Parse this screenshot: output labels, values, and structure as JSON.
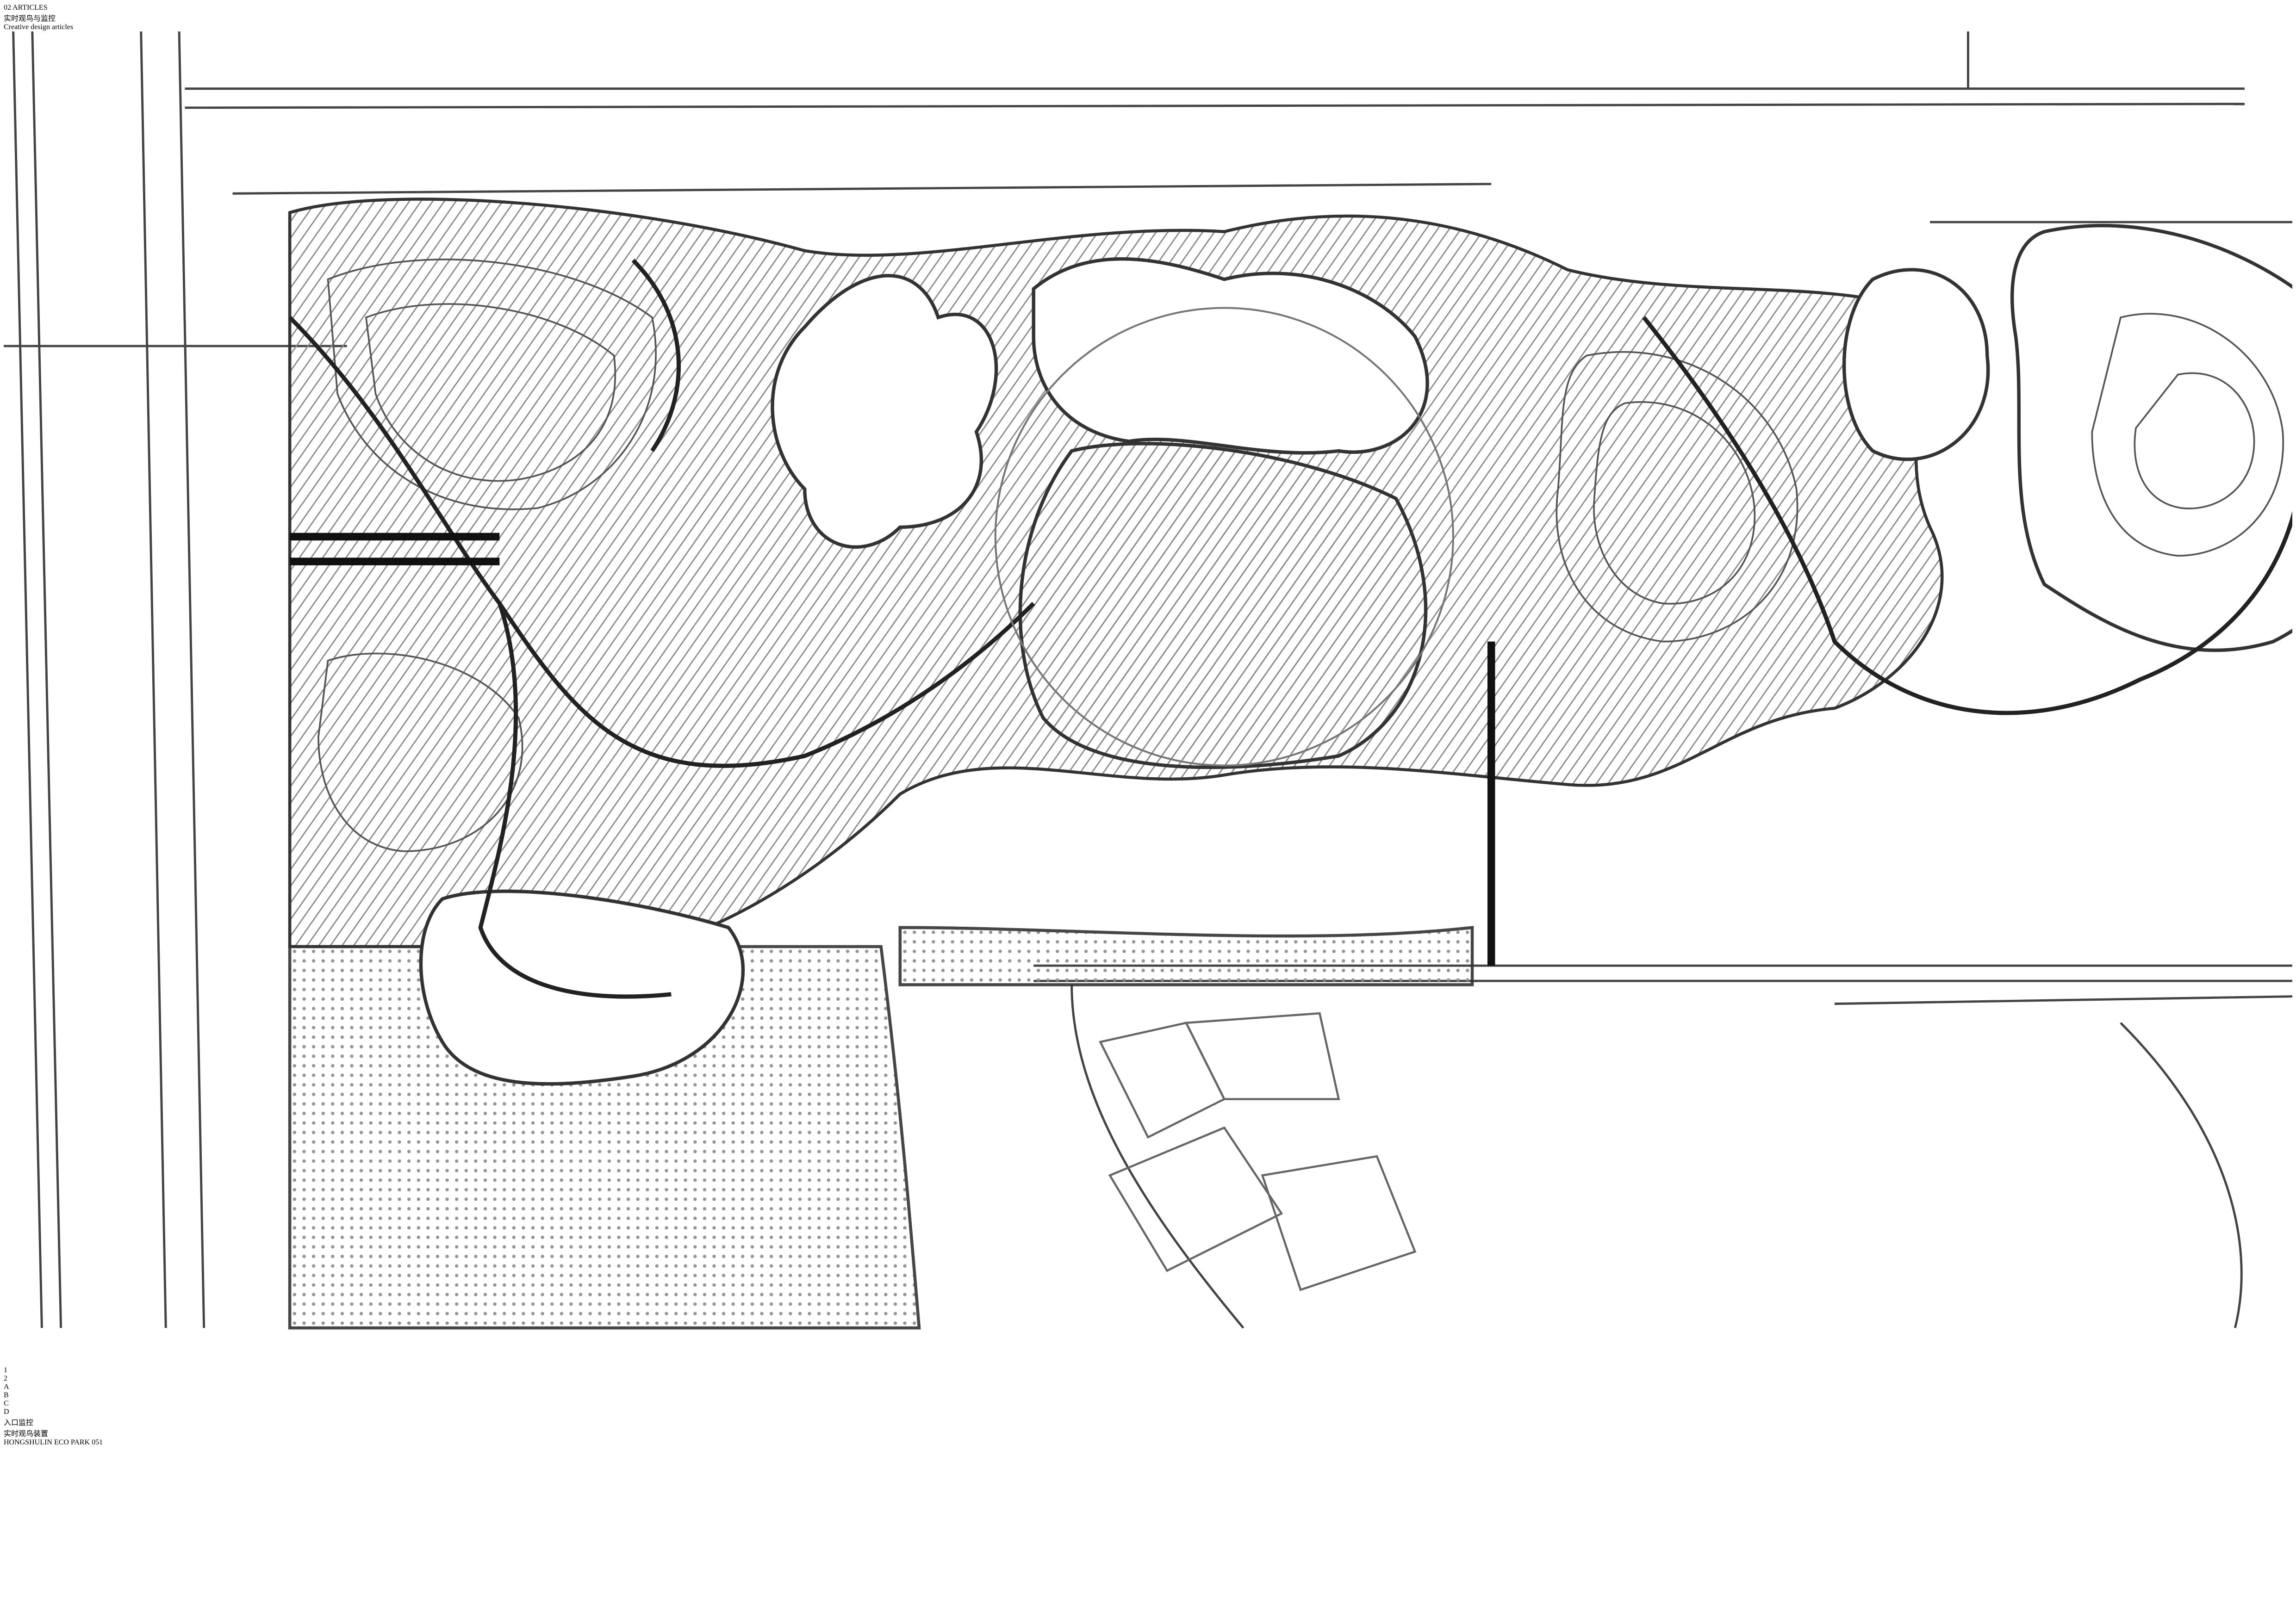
{
  "header": {
    "section_number_title": "02 ARTICLES",
    "title_cn": "实时观鸟与监控",
    "subtitle_en": "Creative design articles"
  },
  "markers": {
    "red": [
      {
        "label": "1",
        "meaning": "入口监控"
      },
      {
        "label": "2",
        "meaning": "入口监控"
      }
    ],
    "green": [
      {
        "label": "A",
        "meaning": "实时观鸟装置"
      },
      {
        "label": "B",
        "meaning": "实时观鸟装置"
      },
      {
        "label": "C",
        "meaning": "实时观鸟装置"
      },
      {
        "label": "D",
        "meaning": "实时观鸟装置"
      }
    ]
  },
  "legend": {
    "items": [
      {
        "label": "入口监控",
        "color": "#ff0000"
      },
      {
        "label": "实时观鸟装置",
        "color": "#7ac943"
      }
    ]
  },
  "footer": {
    "park_name": "HONGSHULIN ECO PARK",
    "page_number": "051"
  },
  "colors": {
    "ink": "#231f20",
    "red_marker": "#ff0000",
    "green_marker": "#7ac943",
    "map_hatch": "#bdbdbd"
  }
}
